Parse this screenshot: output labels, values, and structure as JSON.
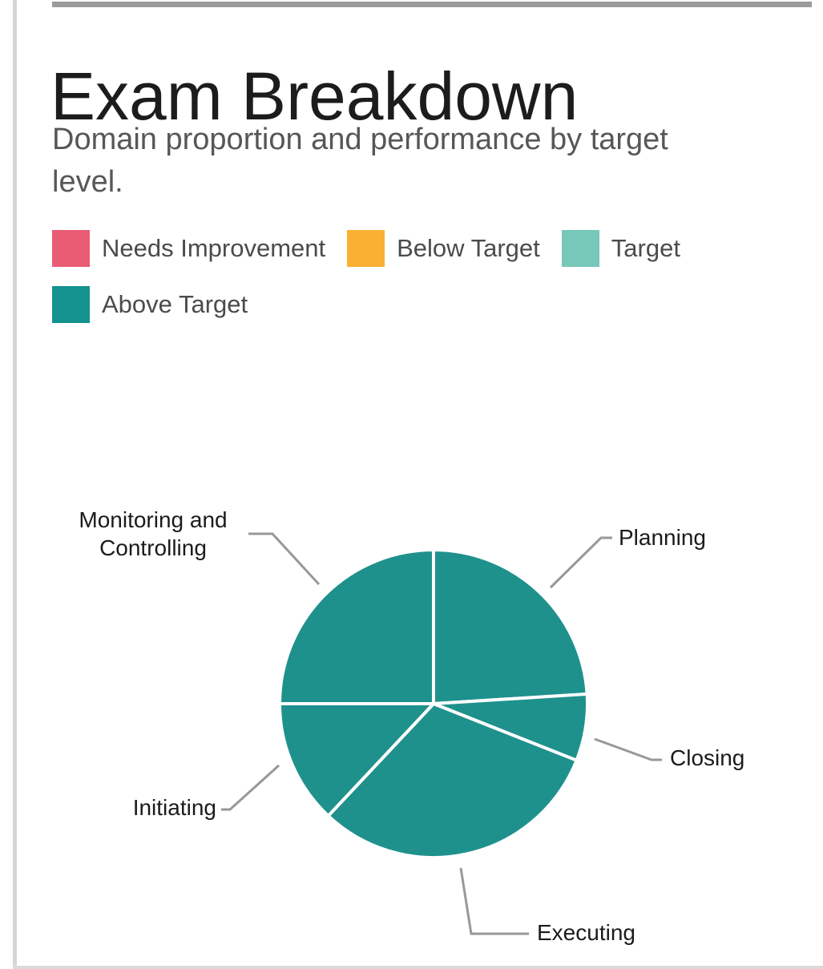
{
  "header": {
    "title": "Exam Breakdown",
    "subtitle": "Domain proportion and performance by target level."
  },
  "chart_data": {
    "type": "pie",
    "title": "Exam Breakdown",
    "subtitle": "Domain proportion and performance by target level.",
    "legend": [
      {
        "label": "Needs Improvement",
        "color": "#ea5c74"
      },
      {
        "label": "Below Target",
        "color": "#f8b133"
      },
      {
        "label": "Target",
        "color": "#77c8b9"
      },
      {
        "label": "Above Target",
        "color": "#13928e"
      }
    ],
    "legend_position": "top-left, wrapped rows",
    "slices": [
      {
        "label": "Planning",
        "value_pct": 24,
        "level": "Above Target",
        "color": "#1f918d"
      },
      {
        "label": "Closing",
        "value_pct": 7,
        "level": "Above Target",
        "color": "#1f918d"
      },
      {
        "label": "Executing",
        "value_pct": 31,
        "level": "Above Target",
        "color": "#1f918d"
      },
      {
        "label": "Initiating",
        "value_pct": 13,
        "level": "Above Target",
        "color": "#1f918d"
      },
      {
        "label": "Monitoring and Controlling",
        "value_pct": 25,
        "level": "Above Target",
        "color": "#1f918d"
      }
    ],
    "start_angle_deg": 90,
    "direction": "clockwise",
    "slice_border_color": "#ffffff",
    "leader_line_color": "#98989a",
    "labels_style": "outside with leader lines, no value labels shown"
  }
}
